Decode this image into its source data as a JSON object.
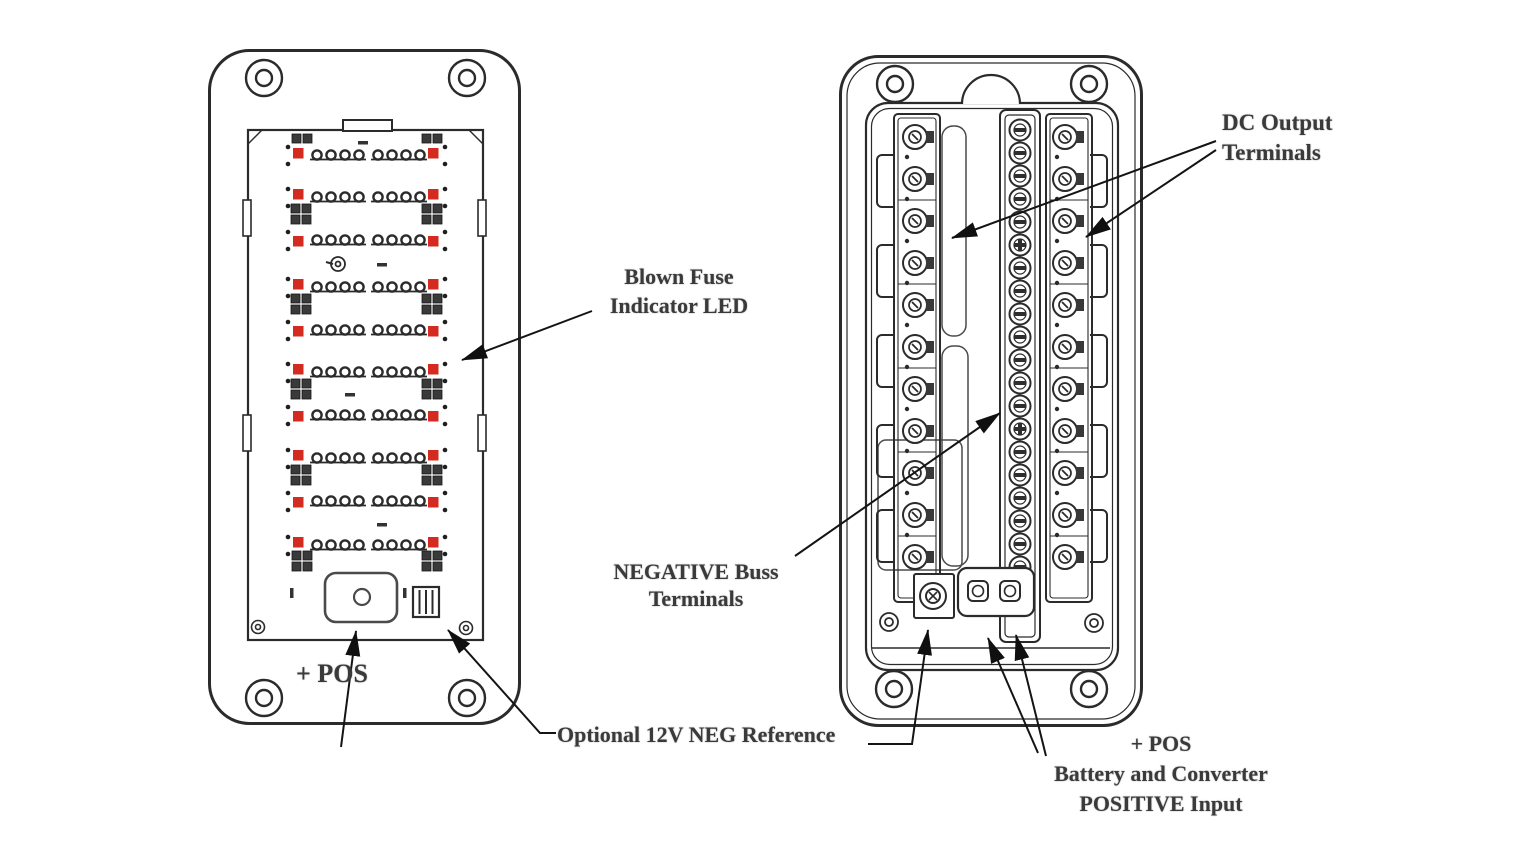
{
  "colors": {
    "led_red": "#d32b1f",
    "line": "#2b2b2b",
    "text": "#3a3a3a"
  },
  "labels": {
    "blown_fuse": {
      "line1": "Blown Fuse",
      "line2": "Indicator LED"
    },
    "dc_output": {
      "line1": "DC Output",
      "line2": "Terminals"
    },
    "negative_buss": {
      "line1": "NEGATIVE Buss",
      "line2": "Terminals"
    },
    "pos_front": "+ POS",
    "optional_neg_reference": "Optional 12V NEG Reference",
    "pos_input": {
      "line1": "+ POS",
      "line2": "Battery and Converter",
      "line3": "POSITIVE Input"
    }
  }
}
